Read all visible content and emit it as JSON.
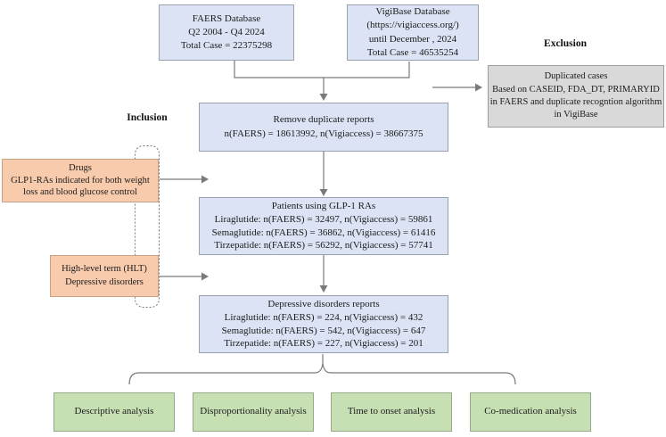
{
  "labels": {
    "inclusion": "Inclusion",
    "exclusion": "Exclusion"
  },
  "boxes": {
    "faers": {
      "lines": [
        "FAERS Database",
        "Q2 2004 - Q4 2024",
        "Total Case = 22375298"
      ]
    },
    "vigibase": {
      "lines": [
        "VigiBase Database",
        "(https://vigiaccess.org/)",
        "until December , 2024",
        "Total Case = 46535254"
      ]
    },
    "duplicated_cases": {
      "lines": [
        "Duplicated cases",
        "Based on CASEID, FDA_DT, PRIMARYID",
        "in FAERS and duplicate recogntion algorithm",
        "in VigiBase"
      ]
    },
    "remove_duplicates": {
      "lines": [
        "Remove duplicate reports",
        "n(FAERS) = 18613992, n(Vigiaccess) = 38667375"
      ]
    },
    "drugs": {
      "lines": [
        "Drugs",
        "GLP1-RAs indicated for both weight",
        "loss and blood glucose control"
      ]
    },
    "patients": {
      "lines": [
        "Patients using GLP-1 RAs",
        "Liraglutide:  n(FAERS) = 32497, n(Vigiaccess) = 59861",
        "Semaglutide:  n(FAERS) = 36862, n(Vigiaccess) = 61416",
        "Tirzepatide:  n(FAERS) = 56292, n(Vigiaccess) = 57741"
      ]
    },
    "hlt": {
      "lines": [
        "High-level term (HLT)",
        "Depressive disorders"
      ]
    },
    "depressive_reports": {
      "lines": [
        "Depressive disorders reports",
        "Liraglutide:  n(FAERS) = 224, n(Vigiaccess) = 432",
        "Semaglutide:  n(FAERS) = 542, n(Vigiaccess) = 647",
        "Tirzepatide:  n(FAERS) = 227, n(Vigiaccess) = 201"
      ]
    }
  },
  "analyses": [
    {
      "label": "Descriptive analysis"
    },
    {
      "label": "Disproportionality analysis"
    },
    {
      "label": "Time to onset analysis"
    },
    {
      "label": "Co-medication analysis"
    }
  ],
  "colors": {
    "database_box_fill": "#dbe3f4",
    "exclusion_box_fill": "#d9d9d9",
    "inclusion_box_fill": "#f8cbad",
    "analysis_box_fill": "#c6e0b4",
    "connector": "#7a7a7a"
  }
}
